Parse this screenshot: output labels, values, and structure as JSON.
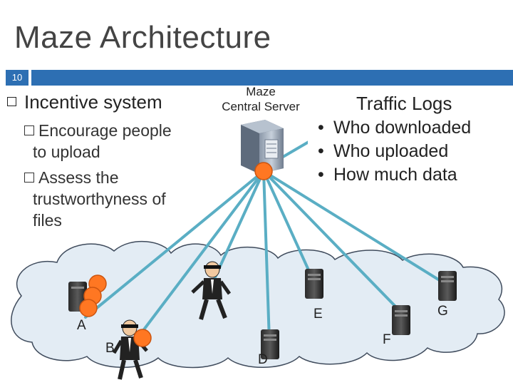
{
  "slide": {
    "title": "Maze Architecture",
    "slide_number": "10",
    "bullet_main": "Incentive system",
    "sub_bullets": [
      {
        "line1": "Encourage people",
        "line2": "to upload"
      },
      {
        "line1": "Assess the",
        "line2": "trustworthyness of",
        "line3": "files"
      }
    ],
    "server_label_line1": "Maze",
    "server_label_line2": "Central Server",
    "log_title": "Traffic Logs",
    "log_items": [
      "Who downloaded",
      "Who uploaded",
      "How much data"
    ],
    "node_labels": {
      "A": "A",
      "B": "B",
      "D": "D",
      "E": "E",
      "F": "F",
      "G": "G"
    },
    "bullet_glyph": "•"
  },
  "colors": {
    "accent_bar": "#2d6fb3",
    "link_line": "#5aaec4",
    "peer_circle": "#ff7722",
    "cloud_fill": "#e3ecf4",
    "cloud_stroke": "#3f4b5c"
  },
  "icons": [
    "server-icon",
    "computer-icon",
    "dancer-icon",
    "checkbox-icon"
  ]
}
